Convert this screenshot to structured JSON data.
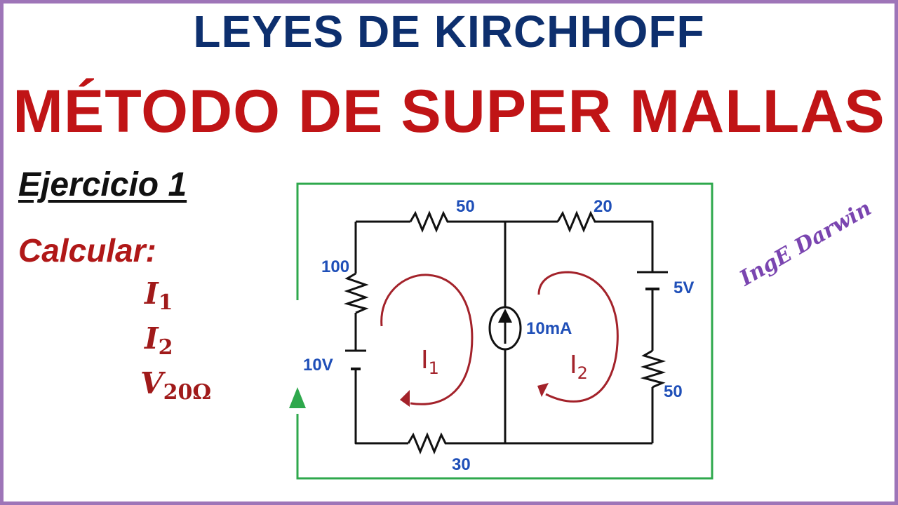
{
  "header": {
    "title": "LEYES DE KIRCHHOFF",
    "subtitle": "MÉTODO DE SUPER MALLAS"
  },
  "problem": {
    "exercise": "Ejercicio 1",
    "calculate": "Calcular:",
    "unknowns": [
      {
        "symbol": "I",
        "sub": "1"
      },
      {
        "symbol": "I",
        "sub": "2"
      },
      {
        "symbol": "V",
        "sub": "20Ω"
      }
    ]
  },
  "circuit": {
    "labels": {
      "r_top_left": "50",
      "r_top_right": "20",
      "r_left": "100",
      "v_left": "10V",
      "v_right": "5V",
      "current_source": "10mA",
      "r_right": "50",
      "r_bottom": "30"
    },
    "mesh_currents": [
      {
        "symbol": "I",
        "sub": "1"
      },
      {
        "symbol": "I",
        "sub": "2"
      }
    ]
  },
  "signature": "IngE Darwin",
  "colors": {
    "frame": "#9e75b8",
    "title": "#0d2f6e",
    "subtitle": "#c01416",
    "labels": "#1f4fb8",
    "mesh": "#a3222a",
    "supermesh_path": "#2ea84c"
  }
}
